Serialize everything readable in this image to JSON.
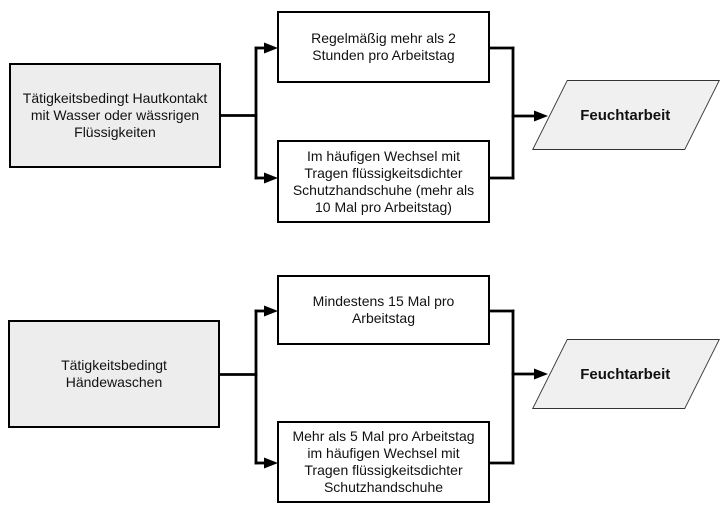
{
  "diagram": {
    "colors": {
      "background": "#ffffff",
      "source_box_fill": "#ededed",
      "condition_box_fill": "#ffffff",
      "result_fill": "#f0f0f0",
      "border": "#000000",
      "line": "#000000",
      "text": "#111111"
    },
    "flows": [
      {
        "source": {
          "label": "Tätigkeitsbedingt Hautkontakt\nmit Wasser oder wässrigen\nFlüssigkeiten"
        },
        "conditions": [
          {
            "label": "Regelmäßig mehr als 2\nStunden pro Arbeitstag"
          },
          {
            "label": "Im häufigen Wechsel mit\nTragen flüssigkeitsdichter\nSchutzhandschuhe (mehr als\n10 Mal pro Arbeitstag)"
          }
        ],
        "result": {
          "label": "Feuchtarbeit"
        }
      },
      {
        "source": {
          "label": "Tätigkeitsbedingt\nHändewaschen"
        },
        "conditions": [
          {
            "label": "Mindestens 15 Mal pro\nArbeitstag"
          },
          {
            "label": "Mehr als 5 Mal pro Arbeitstag\nim häufigen Wechsel mit\nTragen flüssigkeitsdichter\nSchutzhandschuhe"
          }
        ],
        "result": {
          "label": "Feuchtarbeit"
        }
      }
    ]
  }
}
